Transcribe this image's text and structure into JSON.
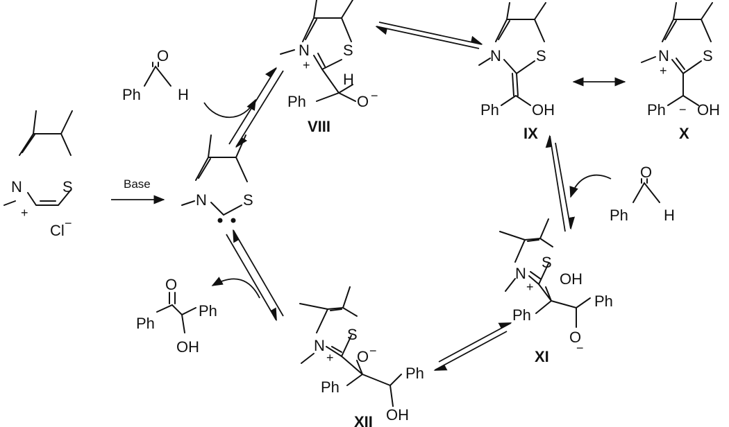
{
  "reagent": {
    "base": "Base"
  },
  "labels": {
    "viii": "VIII",
    "ix": "IX",
    "x": "X",
    "xi": "XI",
    "xii": "XII"
  },
  "atoms": {
    "n": "N",
    "s": "S",
    "h": "H",
    "o": "O",
    "oh": "OH",
    "ph": "Ph",
    "cl": "Cl"
  },
  "charges": {
    "plus": "+",
    "minus": "−",
    "minus_superscript": "⁻"
  }
}
